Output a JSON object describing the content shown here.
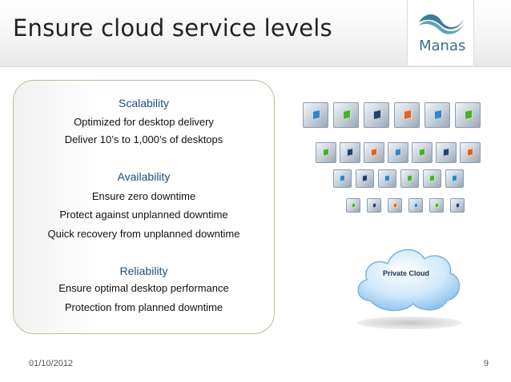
{
  "slide": {
    "title": "Ensure cloud service levels",
    "logo_text": "Manas",
    "date": "01/10/2012",
    "page_number": "9"
  },
  "sections": [
    {
      "heading": "Scalability",
      "lines": [
        "Optimized for desktop delivery",
        "Deliver 10’s to 1,000’s of desktops"
      ]
    },
    {
      "heading": "Availability",
      "lines": [
        "Ensure zero downtime",
        "Protect against unplanned downtime",
        "Quick recovery from unplanned downtime"
      ]
    },
    {
      "heading": "Reliability",
      "lines": [
        "Ensure optimal desktop performance",
        "Protection from planned downtime"
      ]
    }
  ],
  "cloud": {
    "label": "Private Cloud"
  },
  "colors": {
    "heading": "#1f4e79",
    "logo": "#3a6f86",
    "cloud_fill": "#a9d3f2",
    "screen_blue": "#2f86c9",
    "screen_green": "#4caf2a",
    "screen_orange": "#e0641c",
    "screen_navy": "#243e6b"
  },
  "desktop_rows": [
    [
      "blue",
      "green",
      "navy",
      "orange",
      "blue",
      "green"
    ],
    [
      "green",
      "navy",
      "orange",
      "blue",
      "green",
      "navy",
      "orange"
    ],
    [
      "blue",
      "navy",
      "blue",
      "green",
      "green",
      "blue"
    ],
    [
      "green",
      "navy",
      "orange",
      "blue",
      "green",
      "navy"
    ]
  ]
}
